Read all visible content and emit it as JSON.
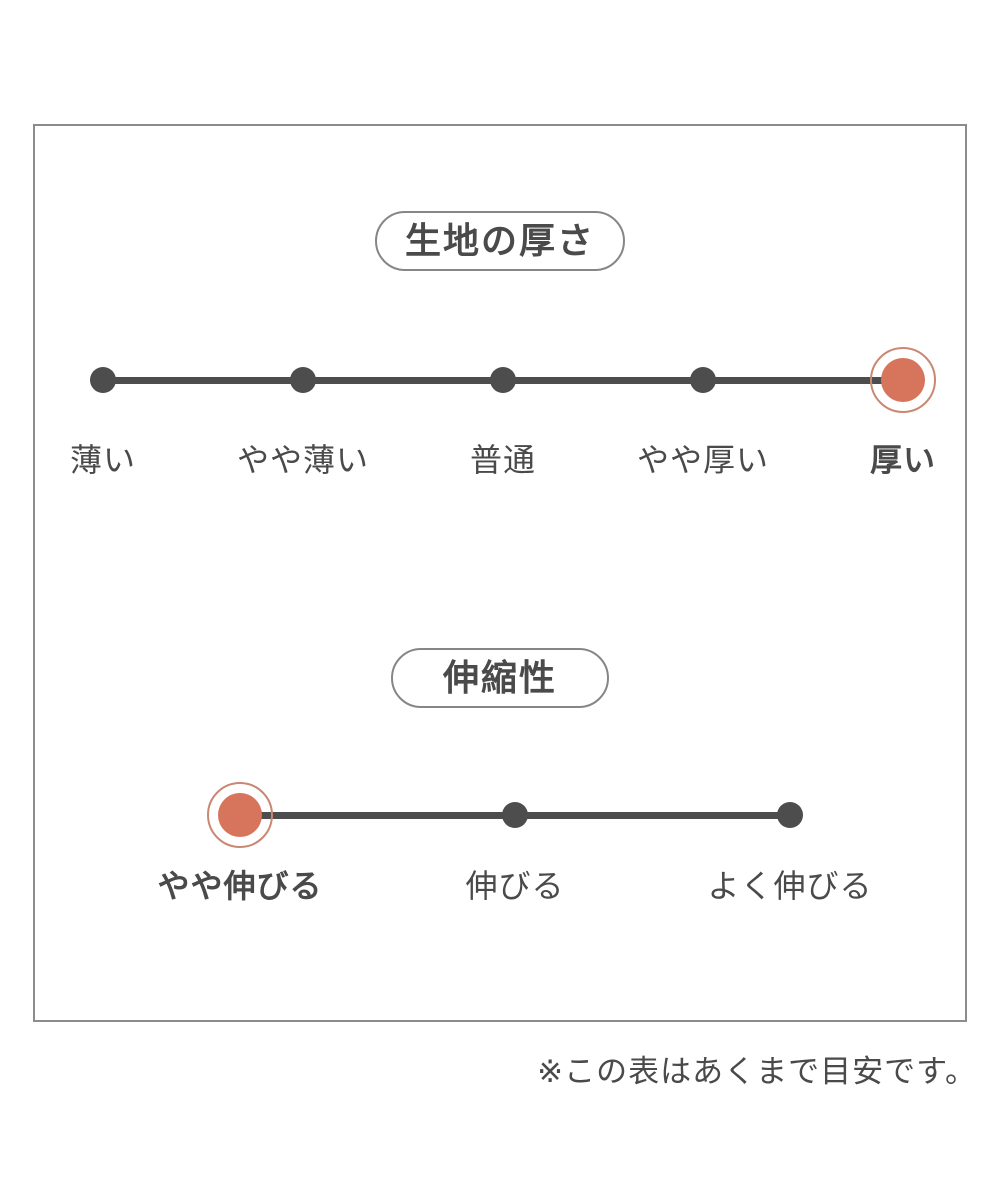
{
  "chart_data": {
    "type": "rating-scales",
    "note": "※この表はあくまで目安です。",
    "scales": [
      {
        "title": "生地の厚さ",
        "categories": [
          "薄い",
          "やや薄い",
          "普通",
          "やや厚い",
          "厚い"
        ],
        "selected_index": 4,
        "selected_label": "厚い"
      },
      {
        "title": "伸縮性",
        "categories": [
          "やや伸びる",
          "伸びる",
          "よく伸びる"
        ],
        "selected_index": 0,
        "selected_label": "やや伸びる"
      }
    ]
  },
  "colors": {
    "accent": "#d6755b",
    "accent_ring": "#c98871",
    "track": "#4d4d4d",
    "text": "#4a4a4a",
    "pill_border": "#868686",
    "frame_border": "#8c8c8c"
  }
}
